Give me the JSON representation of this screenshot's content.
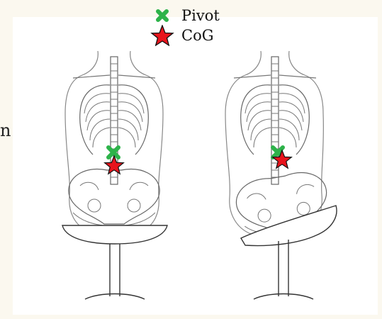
{
  "legend": {
    "pivot": {
      "label": "Pivot",
      "icon": "green-cross-icon",
      "color": "#2db34a"
    },
    "cog": {
      "label": "CoG",
      "icon": "red-star-icon",
      "color": "#e8141c"
    }
  },
  "side_fragment": "n",
  "figures": [
    {
      "name": "upright-posture"
    },
    {
      "name": "tilted-posture"
    }
  ]
}
